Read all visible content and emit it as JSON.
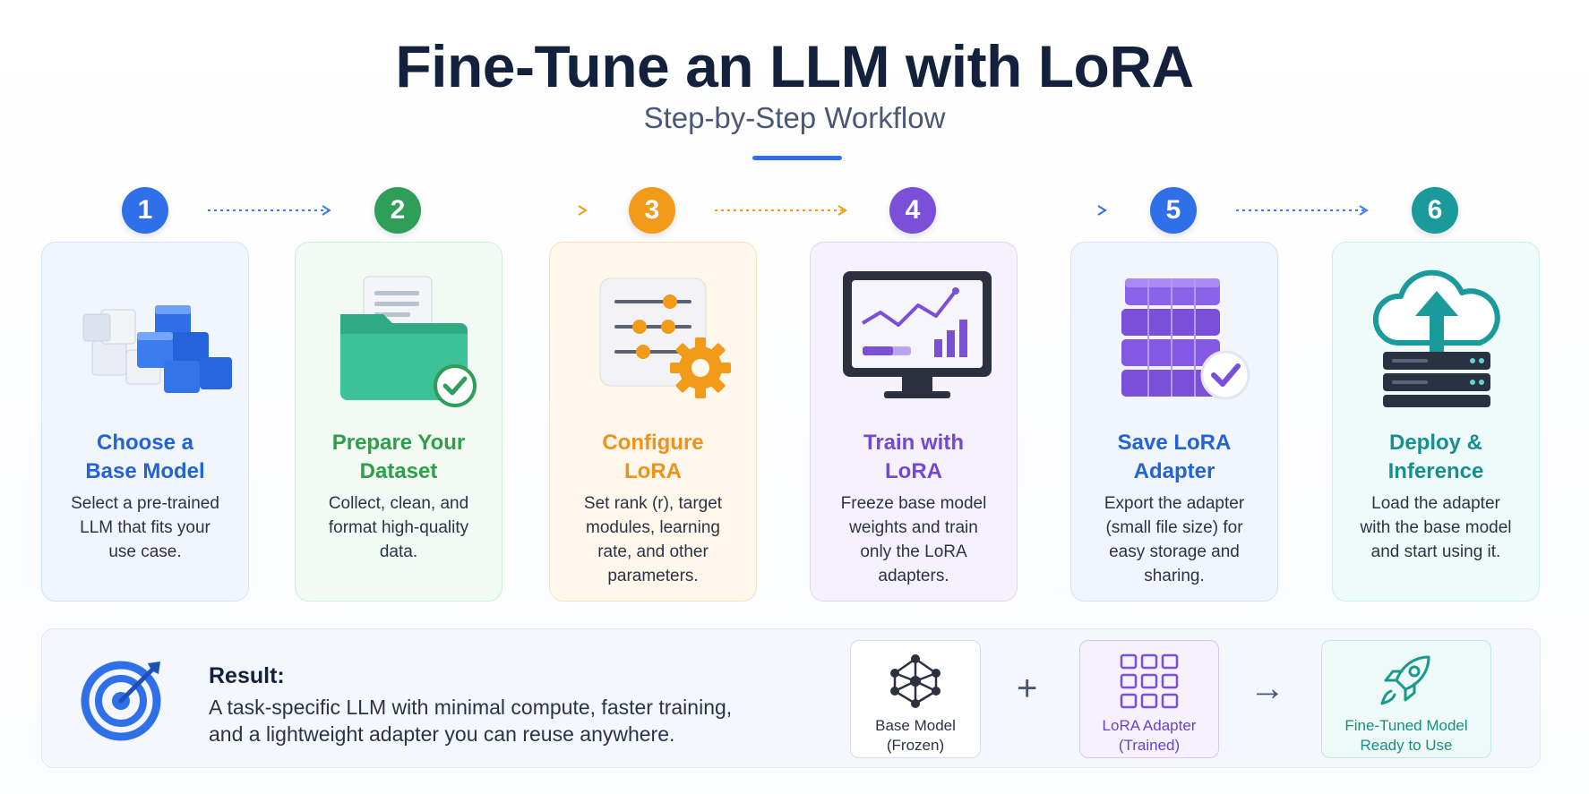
{
  "header": {
    "title": "Fine-Tune an LLM with LoRA",
    "subtitle": "Step-by-Step Workflow",
    "accent": "#2f6fe8"
  },
  "steps": [
    {
      "number": "1",
      "title_line1": "Choose a",
      "title_line2": "Base Model",
      "desc_line1": "Select a pre-trained",
      "desc_line2": "LLM that fits your",
      "desc_line3": "use case.",
      "desc_line4": "",
      "color": "#2f6fe8",
      "icon": "cubes-icon"
    },
    {
      "number": "2",
      "title_line1": "Prepare Your",
      "title_line2": "Dataset",
      "desc_line1": "Collect, clean, and",
      "desc_line2": "format high-quality",
      "desc_line3": "data.",
      "desc_line4": "",
      "color": "#2f9e58",
      "icon": "folder-check-icon"
    },
    {
      "number": "3",
      "title_line1": "Configure",
      "title_line2": "LoRA",
      "desc_line1": "Set rank (r), target",
      "desc_line2": "modules, learning",
      "desc_line3": "rate, and other",
      "desc_line4": "parameters.",
      "color": "#f29a1a",
      "icon": "sliders-gear-icon"
    },
    {
      "number": "4",
      "title_line1": "Train with",
      "title_line2": "LoRA",
      "desc_line1": "Freeze base model",
      "desc_line2": "weights and train",
      "desc_line3": "only the LoRA",
      "desc_line4": "adapters.",
      "color": "#7b4fd8",
      "icon": "monitor-chart-icon"
    },
    {
      "number": "5",
      "title_line1": "Save LoRA",
      "title_line2": "Adapter",
      "desc_line1": "Export the adapter",
      "desc_line2": "(small file size) for",
      "desc_line3": "easy storage and",
      "desc_line4": "sharing.",
      "color": "#2f6fe8",
      "icon": "adapter-blocks-check-icon"
    },
    {
      "number": "6",
      "title_line1": "Deploy &",
      "title_line2": "Inference",
      "desc_line1": "Load the adapter",
      "desc_line2": "with the base model",
      "desc_line3": "and start using it.",
      "desc_line4": "",
      "color": "#1a9a9a",
      "icon": "cloud-server-icon"
    }
  ],
  "result": {
    "title": "Result:",
    "line1": "A task-specific LLM with minimal compute, faster training,",
    "line2": "and a lightweight adapter you can reuse anywhere.",
    "icon": "target-icon",
    "base_model": {
      "line1": "Base Model",
      "line2": "(Frozen)",
      "icon": "network-icon"
    },
    "plus": "+",
    "adapter": {
      "line1": "LoRA Adapter",
      "line2": "(Trained)",
      "icon": "grid-icon"
    },
    "arrow": "→",
    "final": {
      "line1": "Fine-Tuned Model",
      "line2": "Ready to Use",
      "icon": "rocket-icon"
    }
  }
}
